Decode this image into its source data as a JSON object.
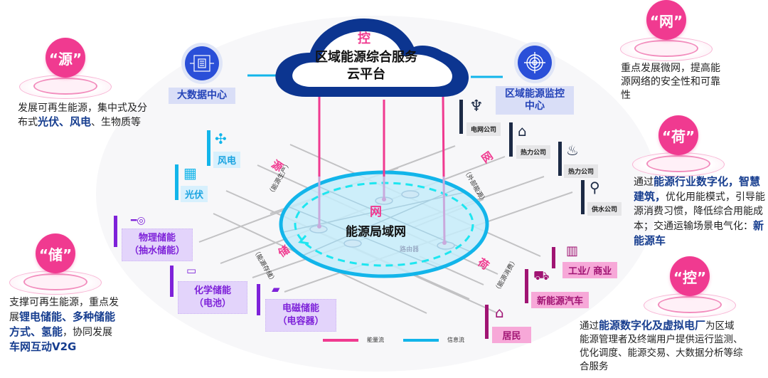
{
  "colors": {
    "accent_pink": "#f03a90",
    "energy_flow": "#f03a90",
    "info_flow": "#12b5ea",
    "cloud_navy": "#0c3590",
    "hub_blue": "#2a4fd8",
    "source_cyan": "#1aa3e0",
    "storage_purple": "#7e22d9",
    "load_magenta": "#a01473",
    "company_navy": "#1c2a45"
  },
  "pillars": {
    "source": {
      "badge": "“源”",
      "text_pre": "发展可再生能源，集中式及分布式",
      "hl1": "光伏",
      "sep1": "、",
      "hl2": "风电",
      "text_post": "、生物质等"
    },
    "grid": {
      "badge": "“网”",
      "text": "重点发展微网，提高能源网络的安全性和可靠性"
    },
    "load": {
      "badge": "“荷”",
      "text_pre": "通过",
      "hl1": "能源行业数字化，智慧建筑，",
      "text_mid": "优化用能模式，引导能源消费习惯，降低综合用能成本；交通运输场景电气化：",
      "hl2": "新能源车"
    },
    "storage": {
      "badge": "“储”",
      "text_pre": "支撑可再生能源，重点发展",
      "hl1": "锂电储能、多种储能方式、氢能",
      "text_mid": "，协同发展",
      "hl2": "车网互动V2G"
    },
    "control": {
      "badge": "“控”",
      "text_pre": "通过",
      "hl1": "能源数字化及虚拟电厂",
      "text_post": "为区域能源管理者及终端用户提供运行监测、 优化调度、能源交易、大数据分析等综合服务"
    }
  },
  "cloud": {
    "tag": "控",
    "title_line1": "区域能源综合服务",
    "title_line2": "云平台"
  },
  "hubs": {
    "big_data": {
      "label": "大数据中心",
      "icon": "server-icon"
    },
    "monitor": {
      "label_line1": "区域能源监控",
      "label_line2": "中心",
      "icon": "target-icon"
    }
  },
  "lan": {
    "tag": "网",
    "title": "能源局域网",
    "router_label": "路由器"
  },
  "flows": {
    "source": {
      "label": "源",
      "sub": "（能源生产）"
    },
    "grid": {
      "label": "网",
      "sub": "（外部能源）"
    },
    "storage": {
      "label": "储",
      "sub": "（能源存储）"
    },
    "load": {
      "label": "荷",
      "sub": "（能源消费）"
    }
  },
  "sources": [
    {
      "label": "风电",
      "icon": "wind-turbine-icon"
    },
    {
      "label": "光伏",
      "icon": "solar-panel-icon"
    }
  ],
  "companies": [
    {
      "label": "电网公司",
      "icon": "power-tower-icon"
    },
    {
      "label": "热力公司",
      "icon": "factory-icon"
    },
    {
      "label": "热力公司",
      "icon": "flame-icon"
    },
    {
      "label": "供水公司",
      "icon": "faucet-icon"
    }
  ],
  "storages": [
    {
      "line1": "物理储能",
      "line2": "（抽水储能）",
      "icon": "pump-icon"
    },
    {
      "line1": "化学储能",
      "line2": "（电池）",
      "icon": "battery-icon"
    },
    {
      "line1": "电磁储能",
      "line2": "（电容器）",
      "icon": "capacitor-icon"
    }
  ],
  "loads": [
    {
      "label": "工业/ 商业",
      "icon": "buildings-icon"
    },
    {
      "label": "新能源汽车",
      "icon": "ev-car-icon"
    },
    {
      "label": "居民",
      "icon": "house-icon"
    }
  ],
  "legend": [
    {
      "label": "能量流",
      "color": "#f03a90"
    },
    {
      "label": "信息流",
      "color": "#12b5ea"
    }
  ]
}
